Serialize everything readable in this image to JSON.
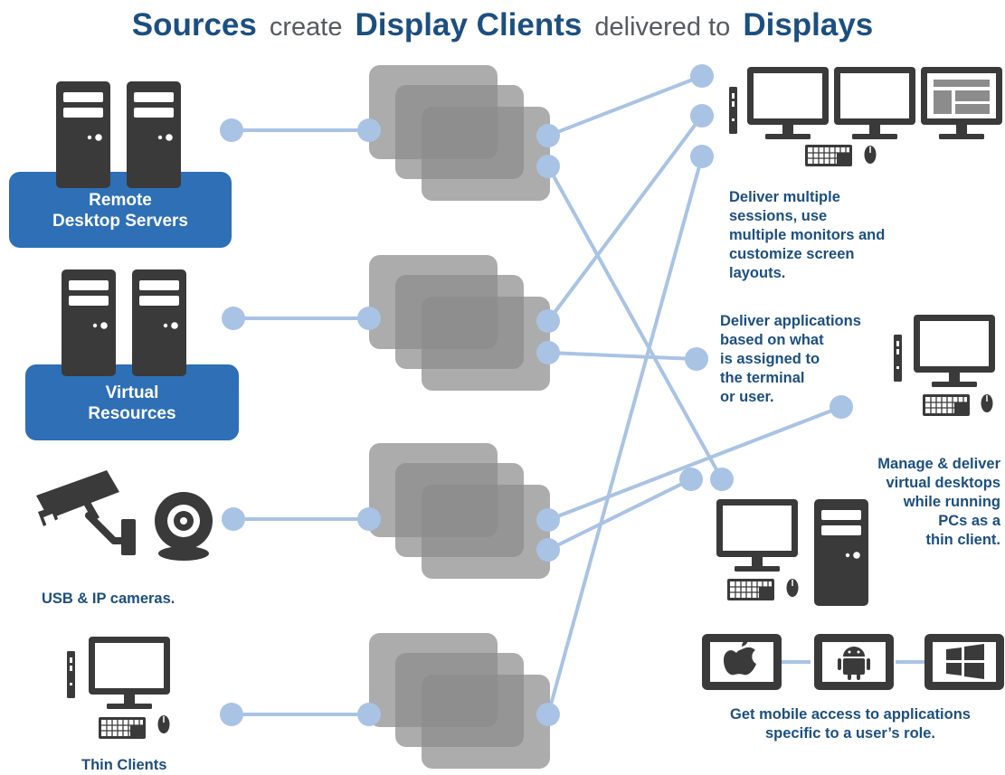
{
  "title": {
    "part1": "Sources",
    "part2": "create",
    "part3": "Display Clients",
    "part4": "delivered to",
    "part5": "Displays"
  },
  "sources": {
    "remote_desktop_servers": "Remote\nDesktop Servers",
    "virtual_resources": "Virtual\nResources",
    "cameras": "USB & IP cameras.",
    "thin_clients": "Thin Clients"
  },
  "displays": {
    "multi_monitor": "Deliver multiple\nsessions, use\nmultiple monitors and\ncustomize screen\nlayouts.",
    "applications": "Deliver applications\nbased on what\nis assigned to\nthe terminal\nor user.",
    "virtual_desktops": "Manage & deliver\nvirtual desktops\nwhile running\nPCs as a\nthin client.",
    "mobile": "Get mobile access to applications\nspecific to a user’s role."
  },
  "colors": {
    "brand_dark_blue": "#1c4f7f",
    "badge_blue": "#2e6fb6",
    "connector": "#a9c3e4",
    "device_dark": "#3a3a3a",
    "window_gray": "#8c8c8c"
  }
}
